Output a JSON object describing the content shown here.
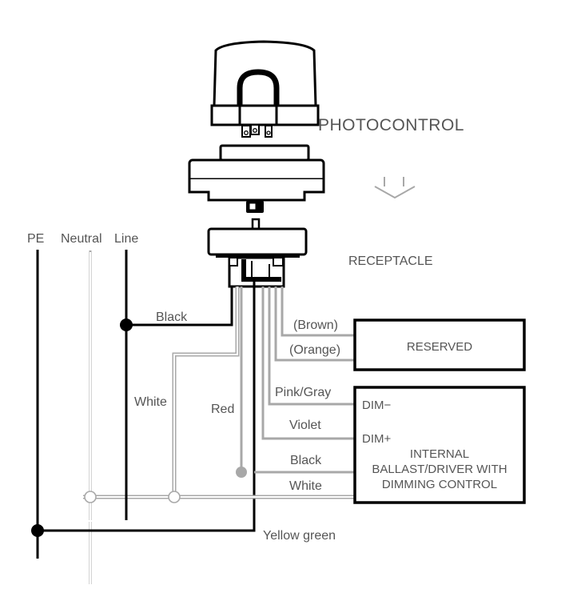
{
  "components": {
    "photocontrol_label": "PHOTOCONTROL",
    "receptacle_label": "RECEPTACLE"
  },
  "supply_lines": {
    "pe": "PE",
    "neutral": "Neutral",
    "line": "Line"
  },
  "wires": {
    "black_line": "Black",
    "white_neutral": "White",
    "red": "Red",
    "brown": "(Brown)",
    "orange": "(Orange)",
    "pink_gray": "Pink/Gray",
    "violet": "Violet",
    "black_driver": "Black",
    "white_driver": "White",
    "yellow_green": "Yellow green"
  },
  "boxes": {
    "reserved": "RESERVED",
    "dim_minus": "DIM−",
    "dim_plus": "DIM+",
    "driver_line1": "INTERNAL",
    "driver_line2": "BALLAST/DRIVER WITH",
    "driver_line3": "DIMMING CONTROL"
  },
  "colors": {
    "black_wire": "#000000",
    "gray_wire": "#a8a8a8",
    "label_text": "#555555"
  }
}
